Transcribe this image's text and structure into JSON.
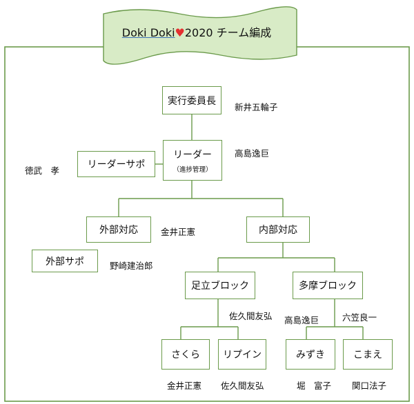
{
  "title": {
    "text_a": "Doki Doki",
    "heart": "♥",
    "text_b": "2020 チーム編成"
  },
  "colors": {
    "border": "#6a9a4a",
    "banner_fill": "#d8ebc6",
    "heart": "#e53030"
  },
  "roles": {
    "chair": "実行委員長",
    "leader": "リーダー",
    "leader_sub": "（進捗管理）",
    "leader_support": "リーダーサポ",
    "external": "外部対応",
    "external_support": "外部サポ",
    "internal": "内部対応",
    "adachi": "足立ブロック",
    "tama": "多摩ブロック",
    "sakura": "さくら",
    "ripuin": "リプイン",
    "mizuki": "みずき",
    "komae": "こまえ"
  },
  "people": {
    "chair": "新井五輪子",
    "leader": "高島逸巨",
    "leader_support": "徳武　孝",
    "external": "金井正憲",
    "external_support": "野崎建治郎",
    "adachi": "佐久間友弘",
    "tama_left": "高島逸巨",
    "tama_right": "六笠良一",
    "sakura": "金井正憲",
    "ripuin": "佐久間友弘",
    "mizuki": "堀　富子",
    "komae": "関口法子"
  }
}
